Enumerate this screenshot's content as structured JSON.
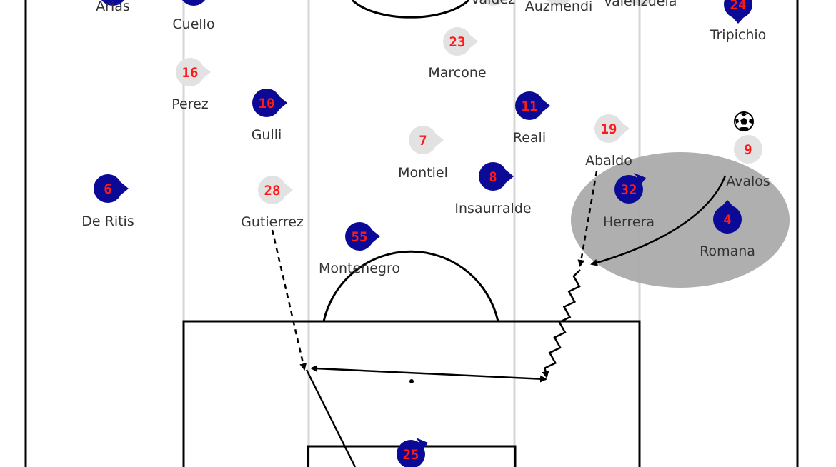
{
  "colors": {
    "home_team": "#0a0a96",
    "away_team": "#e2e2e2",
    "number_text": "#ff1a1a",
    "name_text": "#333333",
    "lane_lines": "#d6d6d6",
    "overload_zone": "#a8a8a8"
  },
  "ball_icon": "soccer-ball-icon",
  "players": [
    {
      "name": "Arias",
      "number": "",
      "team": "home",
      "facing": ""
    },
    {
      "name": "Cuello",
      "number": "",
      "team": "home",
      "facing": ""
    },
    {
      "name": "Valdez",
      "number": "",
      "team": "away",
      "facing": ""
    },
    {
      "name": "Auzmendi",
      "number": "",
      "team": "away",
      "facing": ""
    },
    {
      "name": "Valenzuela",
      "number": "",
      "team": "away",
      "facing": ""
    },
    {
      "name": "Tripichio",
      "number": "24",
      "team": "home",
      "facing": "down"
    },
    {
      "name": "Marcone",
      "number": "23",
      "team": "away",
      "facing": "right"
    },
    {
      "name": "Perez",
      "number": "16",
      "team": "away",
      "facing": "right"
    },
    {
      "name": "Gulli",
      "number": "10",
      "team": "home",
      "facing": "right"
    },
    {
      "name": "Reali",
      "number": "11",
      "team": "home",
      "facing": "right"
    },
    {
      "name": "Abaldo",
      "number": "19",
      "team": "away",
      "facing": "right"
    },
    {
      "name": "Montiel",
      "number": "7",
      "team": "away",
      "facing": "right"
    },
    {
      "name": "Avalos",
      "number": "9",
      "team": "away",
      "facing": ""
    },
    {
      "name": "De Ritis",
      "number": "6",
      "team": "home",
      "facing": "right"
    },
    {
      "name": "Gutierrez",
      "number": "28",
      "team": "away",
      "facing": "right"
    },
    {
      "name": "Insaurralde",
      "number": "8",
      "team": "home",
      "facing": "right"
    },
    {
      "name": "Herrera",
      "number": "32",
      "team": "home",
      "facing": "up-right"
    },
    {
      "name": "Romana",
      "number": "4",
      "team": "home",
      "facing": "up"
    },
    {
      "name": "Montenegro",
      "number": "55",
      "team": "home",
      "facing": "right"
    },
    {
      "name": "",
      "number": "25",
      "team": "home",
      "facing": "up-right"
    }
  ]
}
